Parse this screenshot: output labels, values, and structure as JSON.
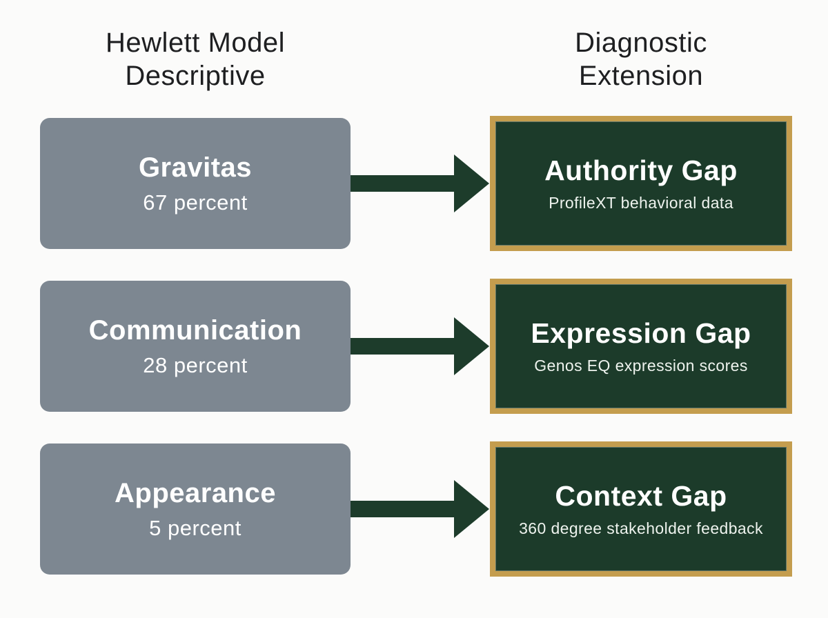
{
  "colors": {
    "background": "#fbfbfa",
    "heading-text": "#1e1f21",
    "source-box": "#7d8791",
    "target-box": "#1c3b2a",
    "target-border": "#c49d4e",
    "arrow": "#1d3c2b"
  },
  "headers": {
    "left": {
      "line1": "Hewlett Model",
      "line2": "Descriptive"
    },
    "right": {
      "line1": "Diagnostic",
      "line2": "Extension"
    }
  },
  "rows": [
    {
      "source": {
        "title": "Gravitas",
        "subtitle": "67 percent"
      },
      "target": {
        "title": "Authority Gap",
        "subtitle": "ProfileXT behavioral data"
      }
    },
    {
      "source": {
        "title": "Communication",
        "subtitle": "28 percent"
      },
      "target": {
        "title": "Expression Gap",
        "subtitle": "Genos EQ expression scores"
      }
    },
    {
      "source": {
        "title": "Appearance",
        "subtitle": "5 percent"
      },
      "target": {
        "title": "Context Gap",
        "subtitle": "360 degree stakeholder feedback"
      }
    }
  ]
}
